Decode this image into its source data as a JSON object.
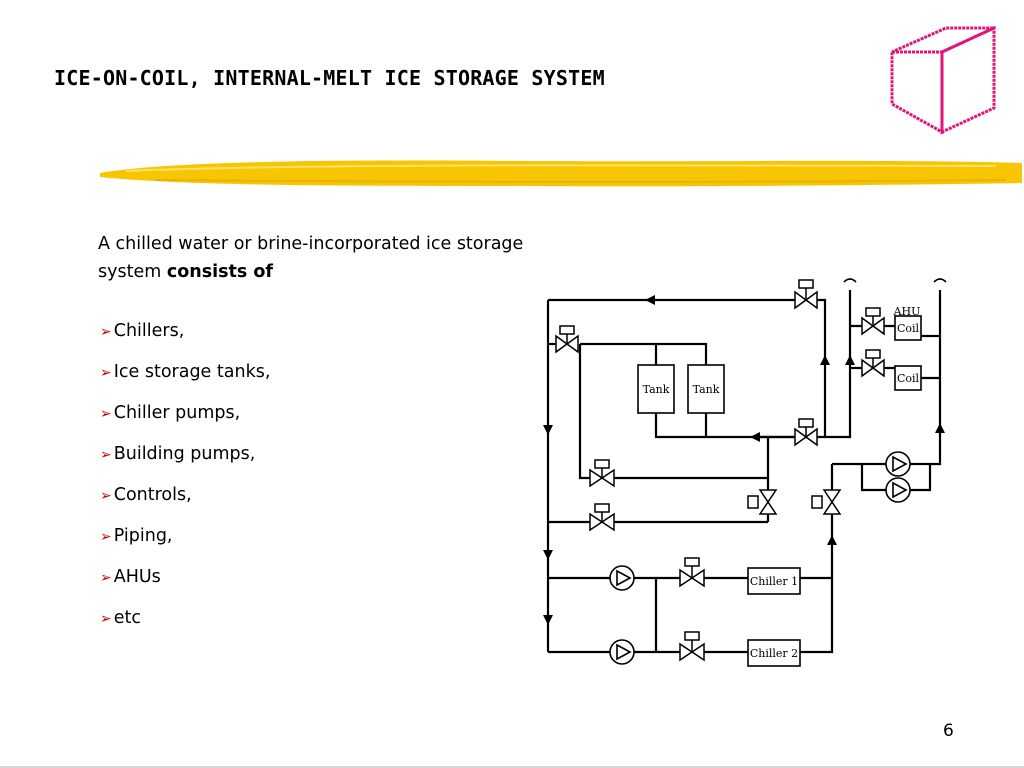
{
  "slide": {
    "title": "ICE-ON-COIL, INTERNAL-MELT ICE STORAGE SYSTEM",
    "intro_text": "A chilled water or brine-incorporated ice storage system ",
    "intro_bold": "consists of",
    "bullets": [
      "Chillers,",
      "Ice storage tanks,",
      "Chiller pumps,",
      "Building pumps,",
      "Controls,",
      "Piping,",
      "AHUs",
      "etc"
    ],
    "page_number": "6"
  },
  "diagram": {
    "tank_label_1": "Tank",
    "tank_label_2": "Tank",
    "ahu_label": "AHU",
    "coil_label_1": "Coil",
    "coil_label_2": "Coil",
    "chiller_label_1": "Chiller 1",
    "chiller_label_2": "Chiller 2"
  },
  "colors": {
    "cube": "#e0157a",
    "brush": "#f7c600",
    "bullet_arrow": "#cc0000"
  }
}
